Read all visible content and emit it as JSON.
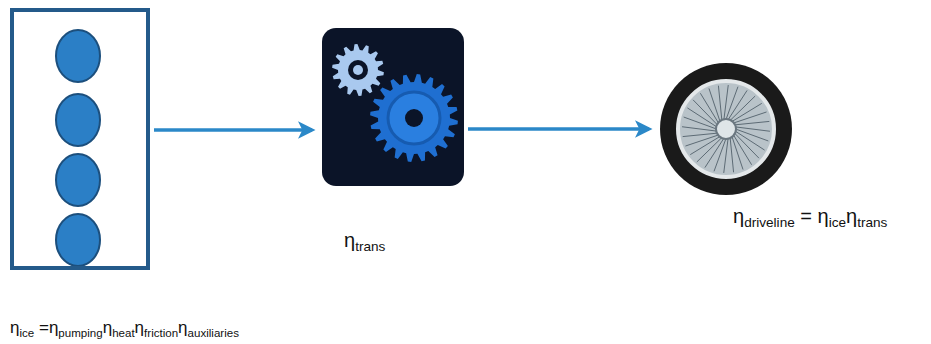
{
  "diagram": {
    "nodes": [
      {
        "text": [
          "ηice =ηpumpingηheatηfrictionηauxiliaries"
        ]
      },
      {
        "text": [
          "ηtrans"
        ]
      },
      {
        "text": [
          "ηdriveline = ηiceηtrans"
        ]
      }
    ],
    "edges": [
      {
        "from": 0,
        "to": 1,
        "arrow": "to"
      },
      {
        "from": 1,
        "to": 2,
        "arrow": "to"
      }
    ]
  }
}
